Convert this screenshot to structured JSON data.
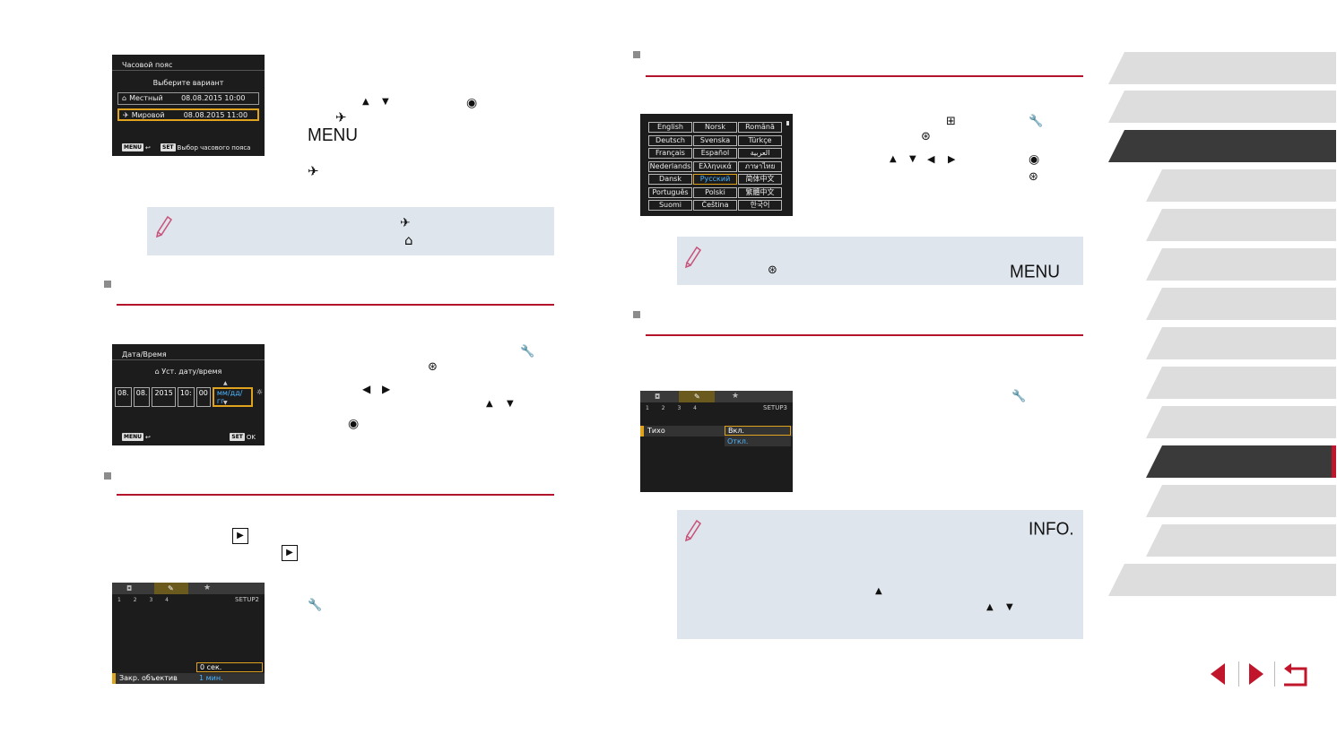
{
  "tz_screen": {
    "title": "Часовой пояс",
    "subtitle": "Выберите вариант",
    "rows": [
      {
        "icon": "home-icon",
        "name": "Местный",
        "datetime": "08.08.2015 10:00"
      },
      {
        "icon": "plane-icon",
        "name": "Мировой",
        "datetime": "08.08.2015 11:00"
      }
    ],
    "back_key": "MENU",
    "set_key": "SET",
    "set_label": "Выбор часового пояса"
  },
  "step_text": {
    "menu_word": "MENU"
  },
  "date_screen": {
    "title": "Дата/Время",
    "subtitle": "Уст. дату/время",
    "fields": [
      "08.",
      "08.",
      "2015",
      "10:",
      "00"
    ],
    "format": "мм/дд/гг",
    "back_key": "MENU",
    "set_key": "SET",
    "ok_label": "OK"
  },
  "lang_screen": {
    "languages": [
      [
        "English",
        "Norsk",
        "Română"
      ],
      [
        "Deutsch",
        "Svenska",
        "Türkçe"
      ],
      [
        "Français",
        "Español",
        "العربية"
      ],
      [
        "Nederlands",
        "Ελληνικά",
        "ภาษาไทย"
      ],
      [
        "Dansk",
        "Русский",
        "简体中文"
      ],
      [
        "Português",
        "Polski",
        "繁體中文"
      ],
      [
        "Suomi",
        "Čeština",
        "한국어"
      ]
    ],
    "selected": "Русский"
  },
  "note_right_1": {
    "menu_word": "MENU"
  },
  "setup3_screen": {
    "tab_numbers": "1 2 3 4",
    "label": "SETUP3",
    "item": "Тихо",
    "options": [
      "Вкл.",
      "Откл."
    ]
  },
  "note_right_2": {
    "info_word": "INFO."
  },
  "setup2_screen": {
    "tab_numbers": "1 2 3 4",
    "label": "SETUP2",
    "item": "Закр. объектив",
    "options": [
      "0 сек.",
      "1 мин."
    ]
  },
  "colors": {
    "accent_red": "#b3132b",
    "sidebar_active": "#3a3a3a",
    "sidebar_inactive": "#dddddd",
    "note_bg": "#dfe5ed",
    "selection_orange": "#e0a31e",
    "selection_blue": "#4cb4ff"
  }
}
